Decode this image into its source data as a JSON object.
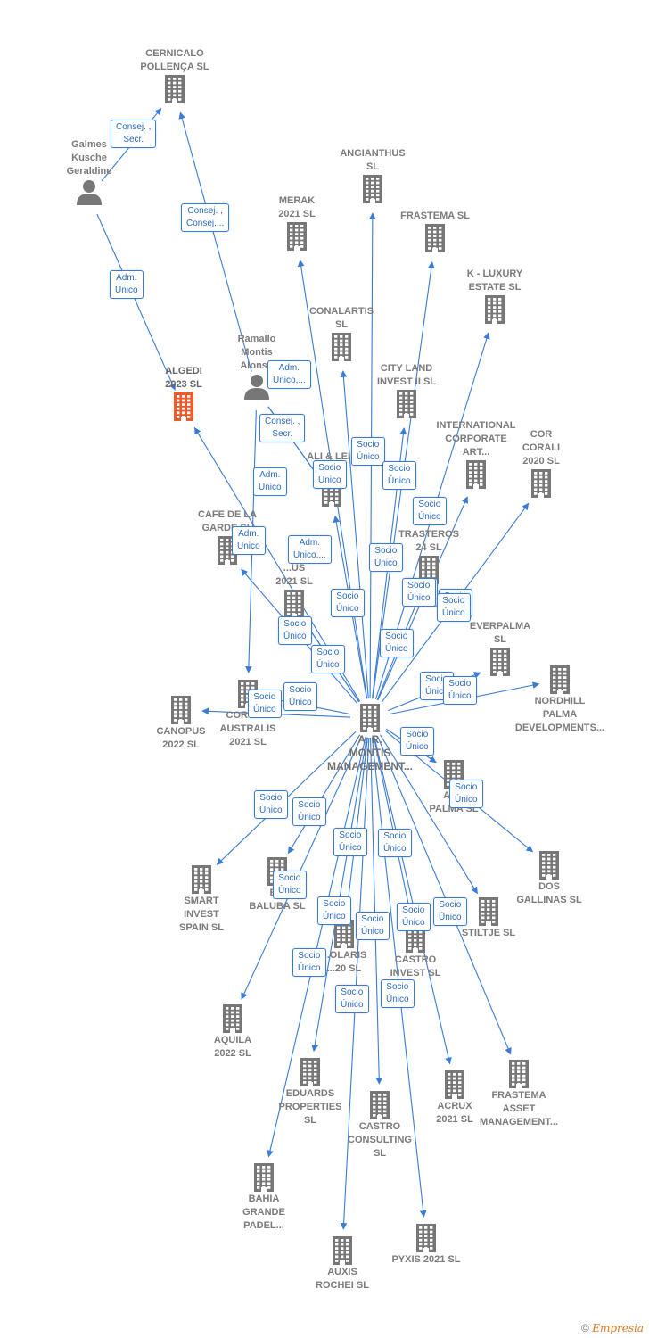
{
  "colors": {
    "edge": "#3a7bd5",
    "company": "#777777",
    "focus": "#f05a28",
    "person": "#777777"
  },
  "nodes": [
    {
      "id": "cernicalo",
      "label": "CERNICALO\nPOLLENÇA  SL",
      "type": "company"
    },
    {
      "id": "galmes",
      "label": "Galmes\nKusche\nGeraldine",
      "type": "person"
    },
    {
      "id": "angianthus",
      "label": "ANGIANTHUS\nSL",
      "type": "company"
    },
    {
      "id": "merak",
      "label": "MERAK\n2021  SL",
      "type": "company"
    },
    {
      "id": "frastema",
      "label": "FRASTEMA  SL",
      "type": "company"
    },
    {
      "id": "kluxury",
      "label": "K -  LUXURY\nESTATE  SL",
      "type": "company"
    },
    {
      "id": "conalartis",
      "label": "CONALARTIS\nSL",
      "type": "company"
    },
    {
      "id": "ramallo",
      "label": "Ramallo\nMontis\nAlonso",
      "type": "person"
    },
    {
      "id": "algedi",
      "label": "ALGEDI\n2023  SL",
      "type": "focus"
    },
    {
      "id": "citylandinvest",
      "label": "CITY LAND\nINVEST II  SL",
      "type": "company"
    },
    {
      "id": "international",
      "label": "INTERNATIONAL\nCORPORATE\nART...",
      "type": "company"
    },
    {
      "id": "corcorali",
      "label": "COR\nCORALI\n2020  SL",
      "type": "company"
    },
    {
      "id": "alileil",
      "label": "ALI & LEIL\n2...",
      "type": "company"
    },
    {
      "id": "cafedelagarde",
      "label": "CAFE DE LA\nGARDE  SL",
      "type": "company"
    },
    {
      "id": "trasteros",
      "label": "TRASTEROS\n24  SL",
      "type": "company"
    },
    {
      "id": "hidden2021",
      "label": "...US\n2021  SL",
      "type": "company"
    },
    {
      "id": "everpalma",
      "label": "EVERPALMA\nSL",
      "type": "company"
    },
    {
      "id": "nordhill",
      "label": "NORDHILL\nPALMA\nDEVELOPMENTS...",
      "type": "company"
    },
    {
      "id": "canopus",
      "label": "CANOPUS\n2022  SL",
      "type": "company"
    },
    {
      "id": "corona",
      "label": "CORONA\nAUSTRALIS\n2021  SL",
      "type": "company"
    },
    {
      "id": "armontis",
      "label": "A. R.\nMONTIS\nMANAGEMENT...",
      "type": "company"
    },
    {
      "id": "azpalma",
      "label": "AZ...\nPALMA  SL",
      "type": "company"
    },
    {
      "id": "dosgallinas",
      "label": "DOS\nGALLINAS  SL",
      "type": "company"
    },
    {
      "id": "smartinvest",
      "label": "SMART\nINVEST\nSPAIN  SL",
      "type": "company"
    },
    {
      "id": "baluba",
      "label": "B...\nBALUBA  SL",
      "type": "company"
    },
    {
      "id": "stiltje",
      "label": "STILTJE  SL",
      "type": "company"
    },
    {
      "id": "polaris",
      "label": "...OLARIS\n...20  SL",
      "type": "company"
    },
    {
      "id": "castroinvest",
      "label": "CASTRO\nINVEST  SL",
      "type": "company"
    },
    {
      "id": "aquila",
      "label": "AQUILA\n2022  SL",
      "type": "company"
    },
    {
      "id": "eduards",
      "label": "EDUARDS\nPROPERTIES\nSL",
      "type": "company"
    },
    {
      "id": "acrux",
      "label": "ACRUX\n2021  SL",
      "type": "company"
    },
    {
      "id": "frastemaasset",
      "label": "FRASTEMA\nASSET\nMANAGEMENT...",
      "type": "company"
    },
    {
      "id": "castroconsulting",
      "label": "CASTRO\nCONSULTING\nSL",
      "type": "company"
    },
    {
      "id": "bahiagrande",
      "label": "BAHIA\nGRANDE\nPADEL...",
      "type": "company"
    },
    {
      "id": "auxis",
      "label": "AUXIS\nROCHEI  SL",
      "type": "company"
    },
    {
      "id": "pyxis",
      "label": "PYXIS 2021  SL",
      "type": "company"
    }
  ],
  "edges": [
    {
      "from": "galmes",
      "to": "cernicalo",
      "label": "Consej. ,\nSecr."
    },
    {
      "from": "ramallo",
      "to": "cernicalo",
      "label": "Consej. ,\nConsej...."
    },
    {
      "from": "galmes",
      "to": "algedi",
      "label": "Adm.\nUnico"
    },
    {
      "from": "ramallo",
      "to": "alileil",
      "label": "Adm.\nUnico,..."
    },
    {
      "from": "ramallo",
      "to": "alileil",
      "label": "Consej. ,\nSecr."
    },
    {
      "from": "ramallo",
      "to": "corona",
      "label": "Adm.\nUnico"
    },
    {
      "from": "armontis",
      "to": "algedi",
      "label": "Adm.\nUnico"
    },
    {
      "from": "armontis",
      "to": "hidden2021",
      "label": "Adm.\nUnico,..."
    },
    {
      "from": "armontis",
      "to": "angianthus",
      "label": "Socio\nÚnico"
    },
    {
      "from": "armontis",
      "to": "merak",
      "label": "Socio\nÚnico"
    },
    {
      "from": "armontis",
      "to": "frastema",
      "label": "Socio\nÚnico"
    },
    {
      "from": "armontis",
      "to": "kluxury",
      "label": "Socio\nÚnico"
    },
    {
      "from": "armontis",
      "to": "citylandinvest",
      "label": "Socio\nÚnico"
    },
    {
      "from": "armontis",
      "to": "conalartis",
      "label": "Socio\nÚnico"
    },
    {
      "from": "armontis",
      "to": "international",
      "label": "Socio\nÚnico"
    },
    {
      "from": "armontis",
      "to": "corcorali",
      "label": "Socio\nÚnico"
    },
    {
      "from": "armontis",
      "to": "alileil",
      "label": "Socio\nÚnico"
    },
    {
      "from": "armontis",
      "to": "cafedelagarde",
      "label": "Socio\nÚnico"
    },
    {
      "from": "armontis",
      "to": "trasteros",
      "label": "Socio\nÚnico"
    },
    {
      "from": "armontis",
      "to": "hidden2021",
      "label": "Socio\nÚnico"
    },
    {
      "from": "armontis",
      "to": "everpalma",
      "label": "Socio\nÚnico"
    },
    {
      "from": "armontis",
      "to": "nordhill",
      "label": "Socio\nÚnico"
    },
    {
      "from": "armontis",
      "to": "canopus",
      "label": "Socio\nÚnico"
    },
    {
      "from": "armontis",
      "to": "corona",
      "label": "Socio\nÚnico"
    },
    {
      "from": "armontis",
      "to": "azpalma",
      "label": "Socio\nÚnico"
    },
    {
      "from": "armontis",
      "to": "dosgallinas",
      "label": "Socio\nÚnico"
    },
    {
      "from": "armontis",
      "to": "smartinvest",
      "label": "Socio\nÚnico"
    },
    {
      "from": "armontis",
      "to": "baluba",
      "label": "Socio\nÚnico"
    },
    {
      "from": "armontis",
      "to": "stiltje",
      "label": "Socio\nÚnico"
    },
    {
      "from": "armontis",
      "to": "polaris",
      "label": "Socio\nÚnico"
    },
    {
      "from": "armontis",
      "to": "castroinvest",
      "label": "Socio\nÚnico"
    },
    {
      "from": "armontis",
      "to": "aquila",
      "label": "Socio\nÚnico"
    },
    {
      "from": "armontis",
      "to": "eduards",
      "label": "Socio\nÚnico"
    },
    {
      "from": "armontis",
      "to": "acrux",
      "label": "Socio\nÚnico"
    },
    {
      "from": "armontis",
      "to": "frastemaasset",
      "label": "Socio\nÚnico"
    },
    {
      "from": "armontis",
      "to": "castroconsulting",
      "label": "Socio\nÚnico"
    },
    {
      "from": "armontis",
      "to": "bahiagrande",
      "label": "Socio\nÚnico"
    },
    {
      "from": "armontis",
      "to": "auxis",
      "label": "Socio\nÚnico"
    },
    {
      "from": "armontis",
      "to": "pyxis",
      "label": "Socio\nÚnico"
    }
  ],
  "footer": {
    "copyright": "©",
    "brand": "Empresia"
  }
}
